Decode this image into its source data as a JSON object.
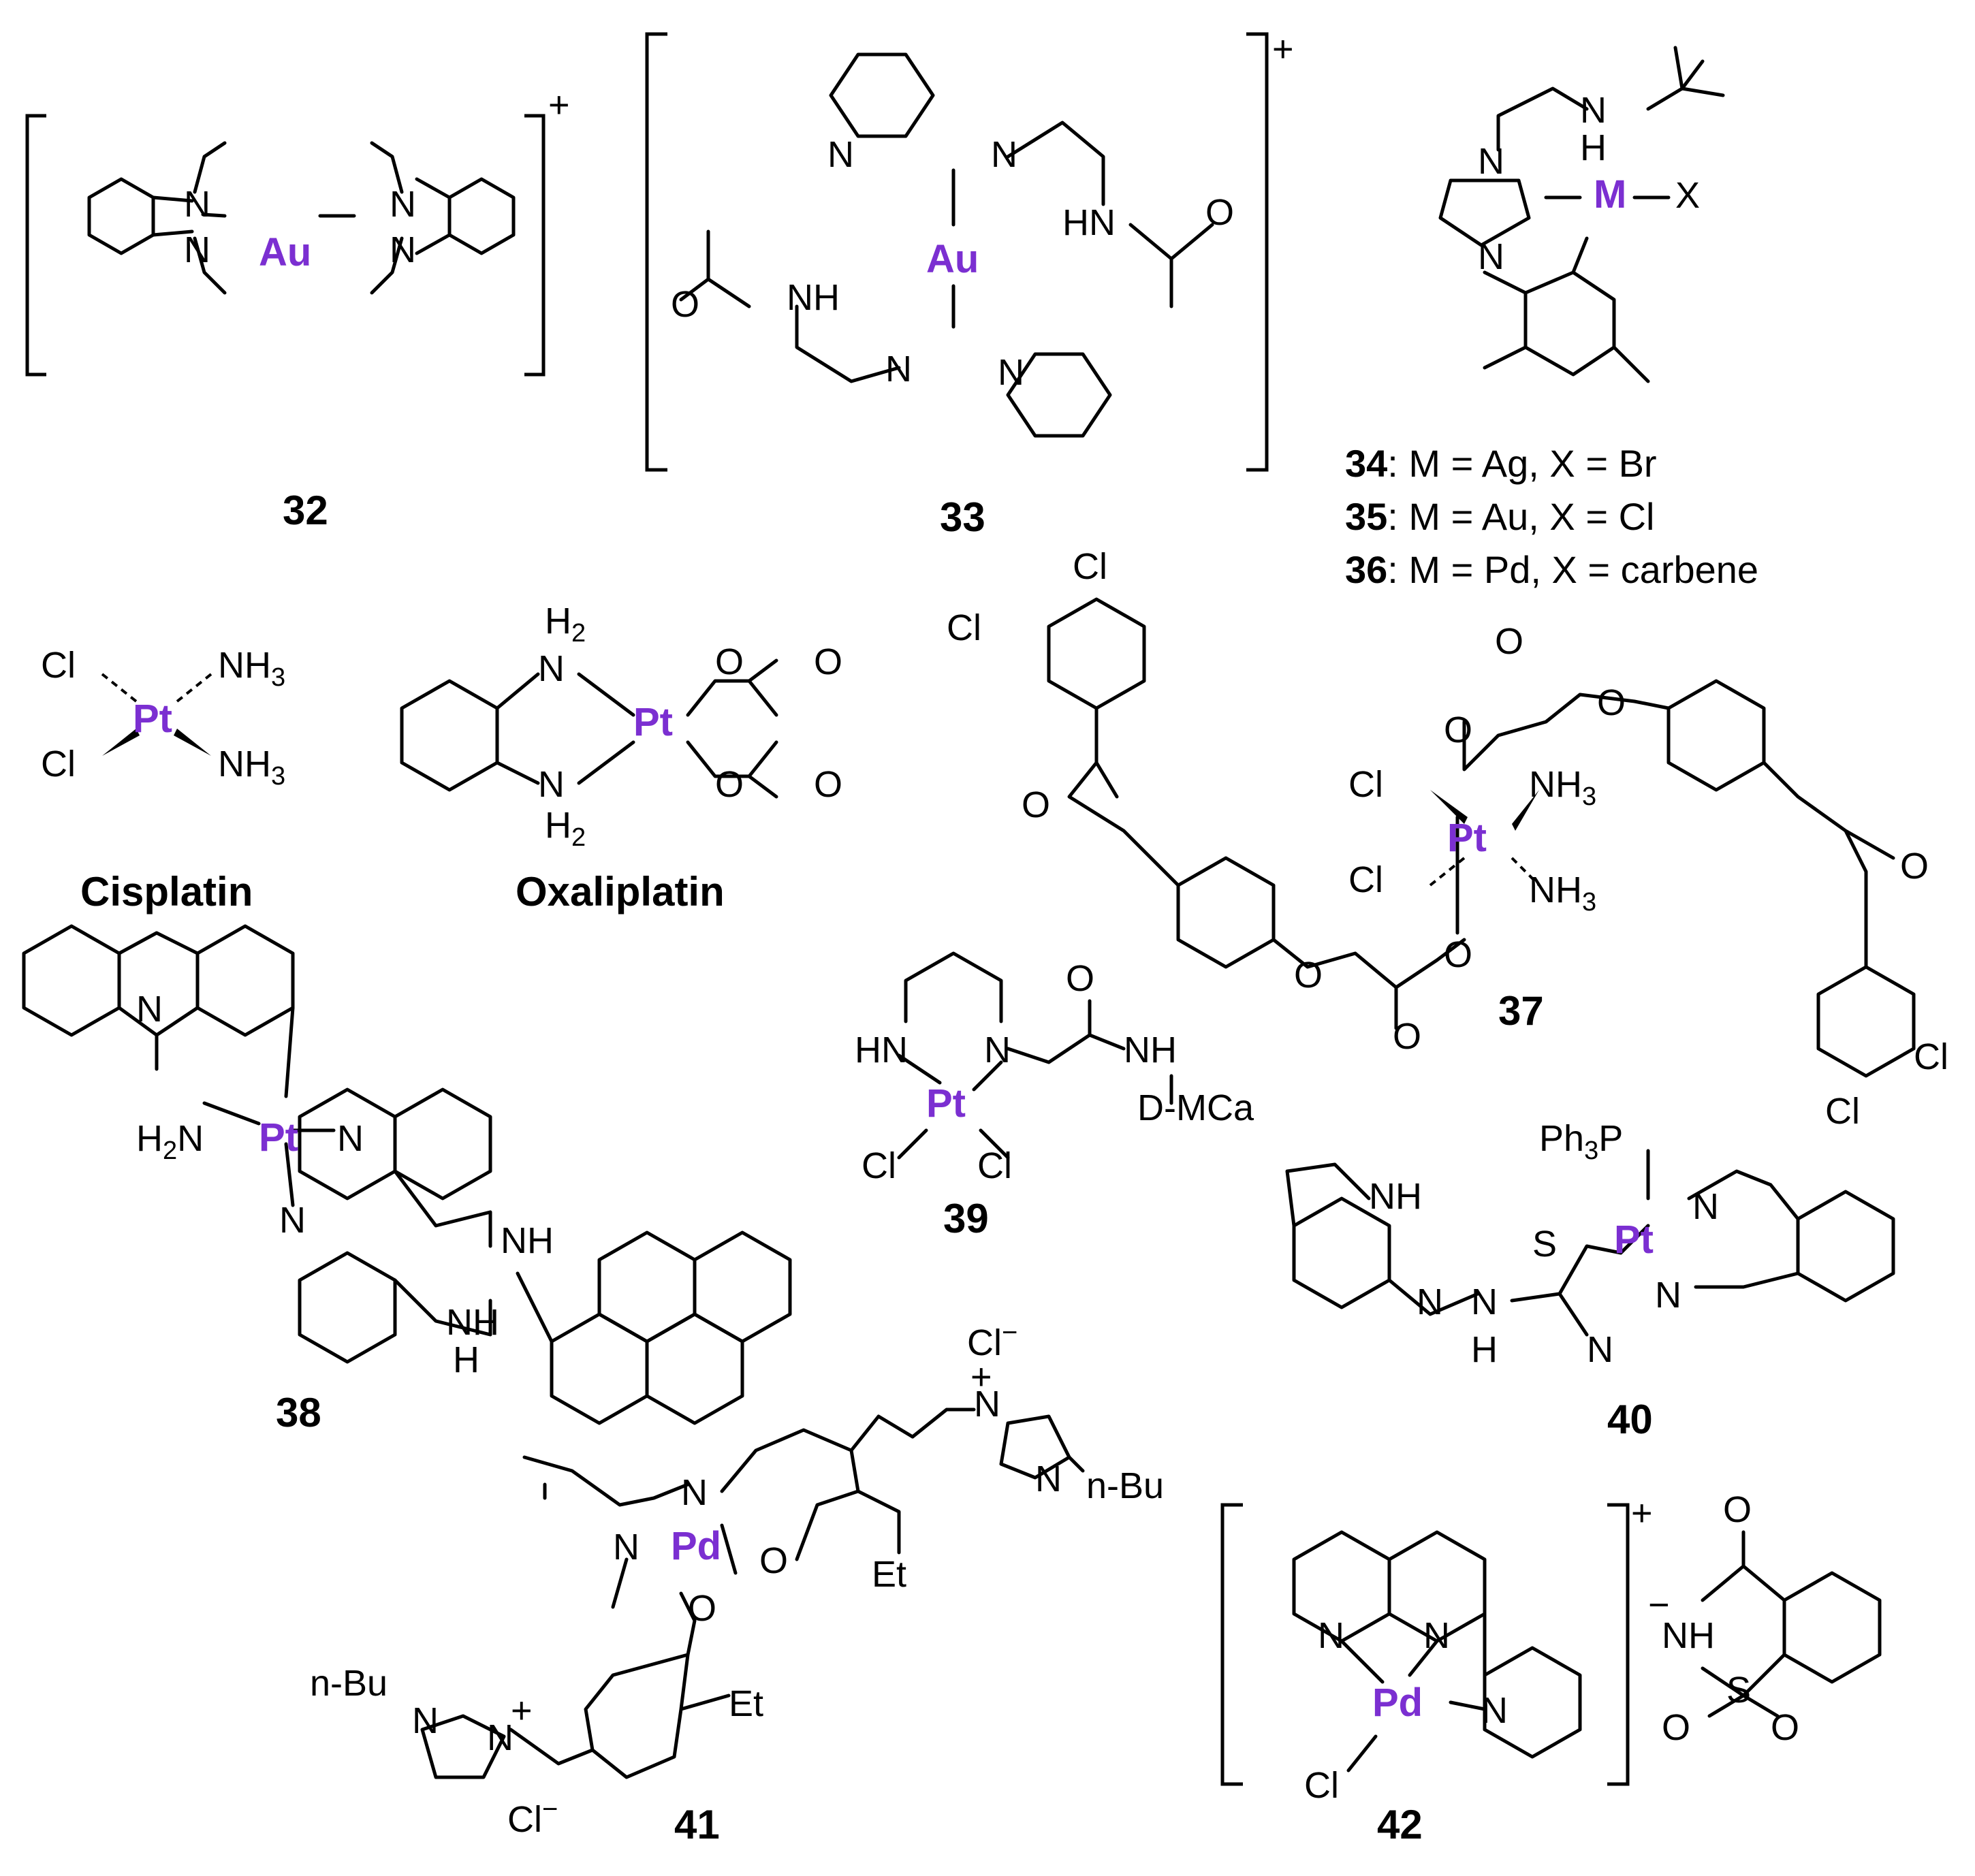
{
  "colors": {
    "metal": "#7b2fd1",
    "ink": "#000000"
  },
  "metals": {
    "au": "Au",
    "pt": "Pt",
    "pd": "Pd",
    "m": "M"
  },
  "atoms": {
    "N": "N",
    "O": "O",
    "Cl": "Cl",
    "S": "S",
    "X": "X",
    "NH": "NH",
    "HN": "HN",
    "H": "H",
    "NH3": "NH",
    "H2": "H",
    "H2N": "H",
    "Ph3P": "Ph",
    "P": "P",
    "three": "3",
    "two": "2",
    "Et": "Et",
    "nBu": "n-Bu",
    "Clminus": "Cl",
    "minus": "−",
    "plus": "+",
    "DMCa": "D-MCa"
  },
  "compounds": {
    "c32": "32",
    "c33": "33",
    "c37": "37",
    "c38": "38",
    "c39": "39",
    "c40": "40",
    "c41": "41",
    "c42": "42",
    "cisplatin": "Cisplatin",
    "oxaliplatin": "Oxaliplatin"
  },
  "legend": [
    {
      "num": "34",
      "text": ": M = Ag, X = Br"
    },
    {
      "num": "35",
      "text": ": M = Au, X = Cl"
    },
    {
      "num": "36",
      "text": ": M = Pd, X = carbene"
    }
  ]
}
